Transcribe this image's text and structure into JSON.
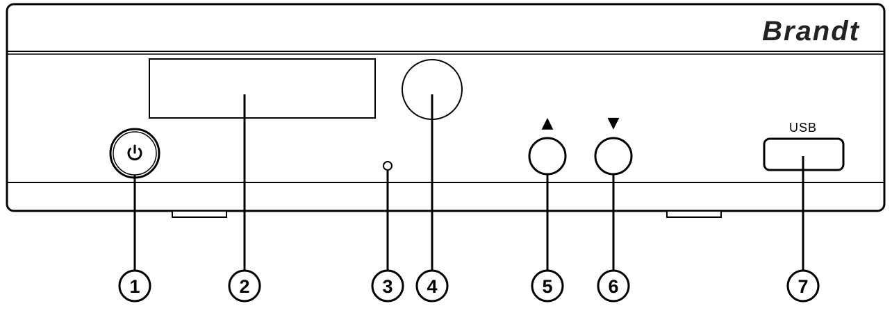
{
  "device": {
    "brand": "Brandt",
    "usb_label": "USB",
    "up_symbol": "▲",
    "down_symbol": "▼"
  },
  "callouts": {
    "c1": "1",
    "c2": "2",
    "c3": "3",
    "c4": "4",
    "c5": "5",
    "c6": "6",
    "c7": "7"
  },
  "colors": {
    "outline": "#000000",
    "brand": "#222222",
    "background": "#ffffff"
  }
}
